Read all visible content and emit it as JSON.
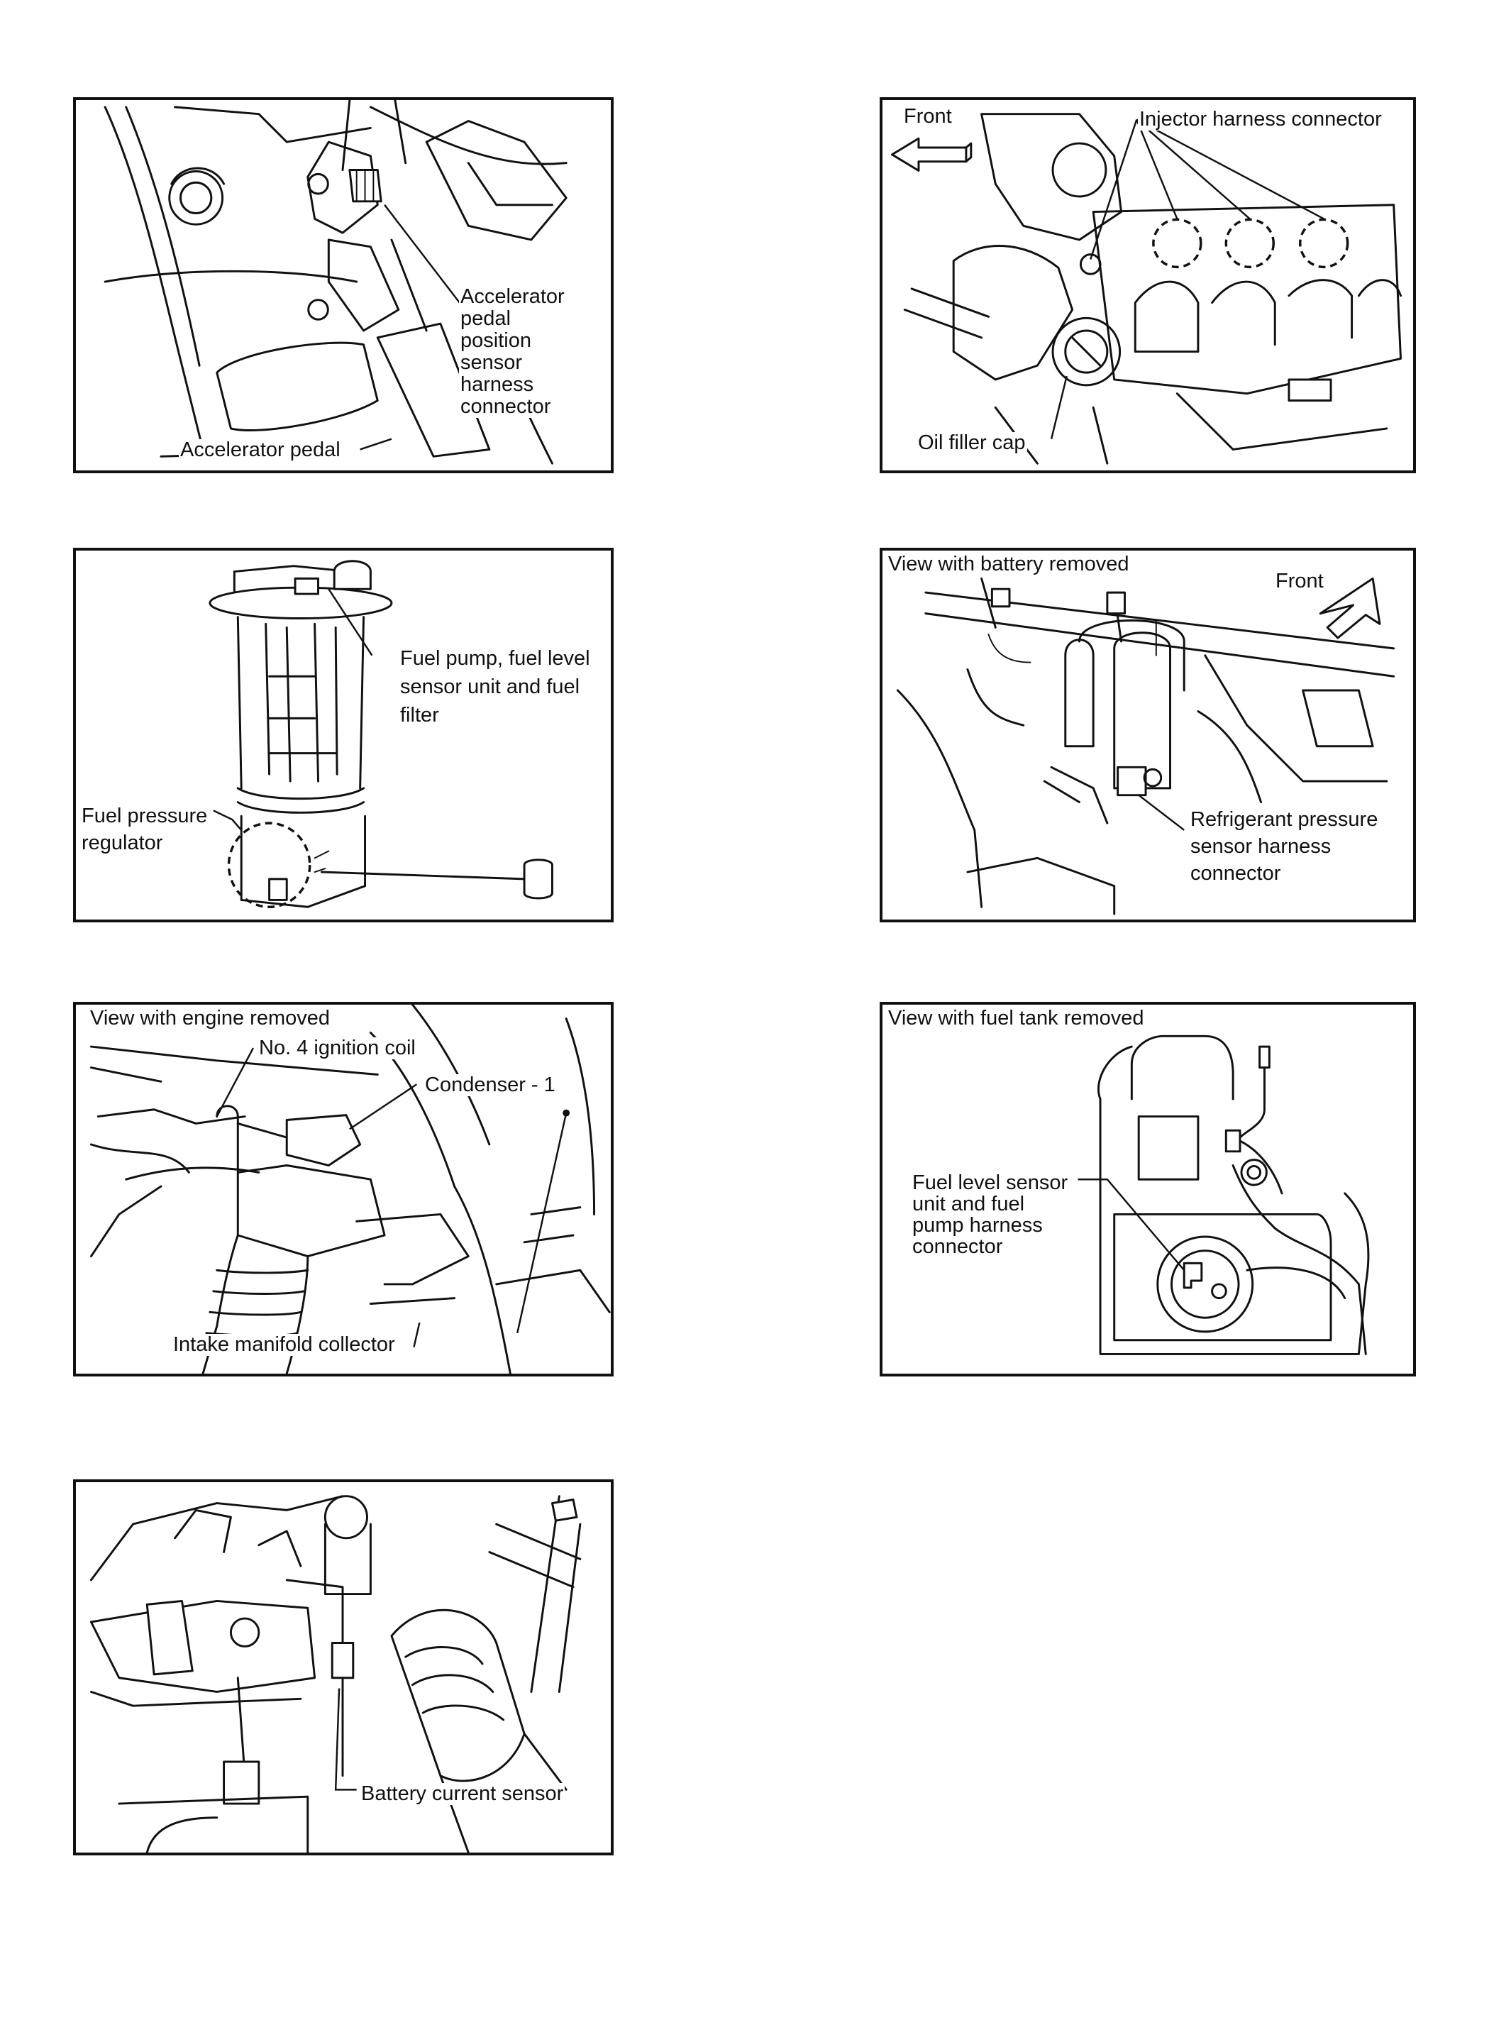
{
  "panels": [
    {
      "id": "accelerator",
      "labels": {
        "sensor": "Accelerator\npedal\nposition\nsensor\nharness\nconnector",
        "pedal": "Accelerator pedal"
      }
    },
    {
      "id": "injector",
      "labels": {
        "front": "Front",
        "connector": "Injector harness connector",
        "cap": "Oil filler cap"
      }
    },
    {
      "id": "fuel-pump",
      "labels": {
        "pump": "Fuel pump, fuel level\nsensor unit and fuel\nfilter",
        "regulator": "Fuel pressure\nregulator"
      }
    },
    {
      "id": "refrigerant",
      "labels": {
        "view": "View with battery removed",
        "front": "Front",
        "sensor": "Refrigerant pressure\nsensor harness\nconnector"
      }
    },
    {
      "id": "ignition",
      "labels": {
        "view": "View with engine removed",
        "coil": "No. 4 ignition coil",
        "condenser": "Condenser - 1",
        "collector": "Intake manifold collector"
      }
    },
    {
      "id": "fuel-tank",
      "labels": {
        "view": "View with fuel tank removed",
        "connector": "Fuel level sensor\nunit and fuel\npump harness\nconnector"
      }
    },
    {
      "id": "battery",
      "labels": {
        "sensor": "Battery current sensor"
      }
    }
  ],
  "icons": [
    "front-arrow-left-icon",
    "front-arrow-up-right-icon"
  ]
}
